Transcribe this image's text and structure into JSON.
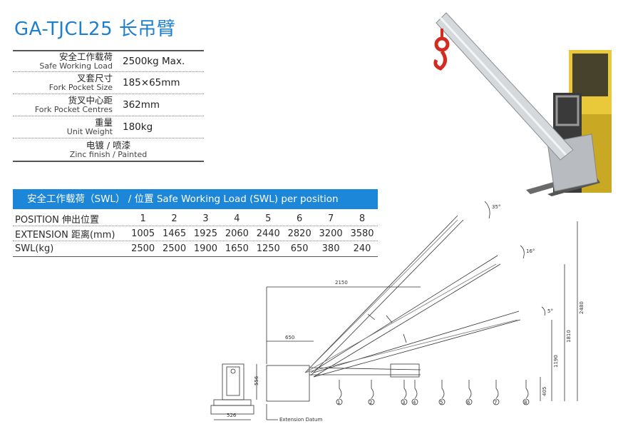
{
  "title": "GA-TJCL25 长吊臂",
  "specs": [
    {
      "cn": "安全工作载荷",
      "en": "Safe Working Load",
      "value": "2500kg Max."
    },
    {
      "cn": "叉套尺寸",
      "en": "Fork Pocket Size",
      "value": "185×65mm"
    },
    {
      "cn": "货叉中心距",
      "en": "Fork Pocket Centres",
      "value": "362mm"
    },
    {
      "cn": "重量",
      "en": "Unit Weight",
      "value": "180kg"
    },
    {
      "cn": "电镀 / 喷漆",
      "en": "Zinc finish / Painted",
      "value": ""
    }
  ],
  "swl_header": "安全工作载荷（SWL） / 位置  Safe Working Load (SWL) per position",
  "swl_table": {
    "position": {
      "label": "POSITION 伸出位置",
      "values": [
        "1",
        "2",
        "3",
        "4",
        "5",
        "6",
        "7",
        "8"
      ]
    },
    "extension": {
      "label": "EXTENSION 距离(mm)",
      "values": [
        "1005",
        "1465",
        "1925",
        "2060",
        "2440",
        "2820",
        "3200",
        "3580"
      ]
    },
    "swl": {
      "label": "SWL(kg)",
      "values": [
        "2500",
        "2500",
        "1900",
        "1650",
        "1250",
        "650",
        "380",
        "240"
      ]
    }
  },
  "drawing": {
    "dims": {
      "d2150": "2150",
      "d650": "650",
      "d556": "556",
      "d526": "526",
      "d2480": "2480",
      "d1810": "1810",
      "d1190": "1190",
      "d405": "405"
    },
    "angles": [
      "35°",
      "16°",
      "5°"
    ],
    "datum": "Extension Datum",
    "hook_numbers": [
      "1",
      "2",
      "3",
      "4",
      "5",
      "6",
      "7",
      "8"
    ]
  },
  "colors": {
    "accent": "#1d7fd0",
    "header_bg": "#1c86d8"
  }
}
